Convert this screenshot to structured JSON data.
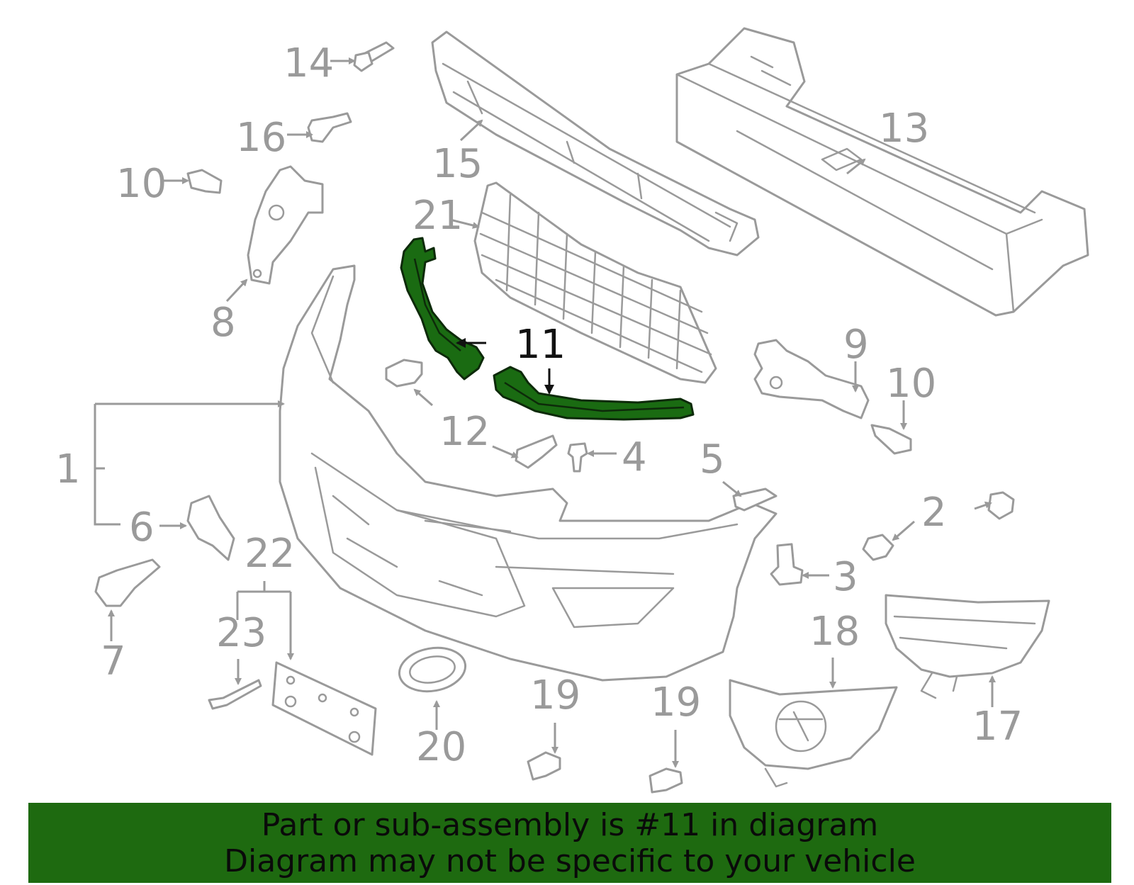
{
  "diagram": {
    "highlighted_part": "11",
    "highlight_color": "#1e6a10",
    "part_color": "#9a9a9a",
    "callouts": {
      "c1": "1",
      "c2": "2",
      "c3": "3",
      "c4": "4",
      "c5": "5",
      "c6": "6",
      "c7": "7",
      "c8": "8",
      "c9": "9",
      "c10a": "10",
      "c10b": "10",
      "c11": "11",
      "c12": "12",
      "c13": "13",
      "c14": "14",
      "c15": "15",
      "c16": "16",
      "c17": "17",
      "c18": "18",
      "c19a": "19",
      "c19b": "19",
      "c20": "20",
      "c21": "21",
      "c22": "22",
      "c23": "23"
    }
  },
  "banner": {
    "line1": "Part or sub-assembly is #11 in diagram",
    "line2": "Diagram may not be specific to your vehicle",
    "background": "#1e6a10"
  }
}
